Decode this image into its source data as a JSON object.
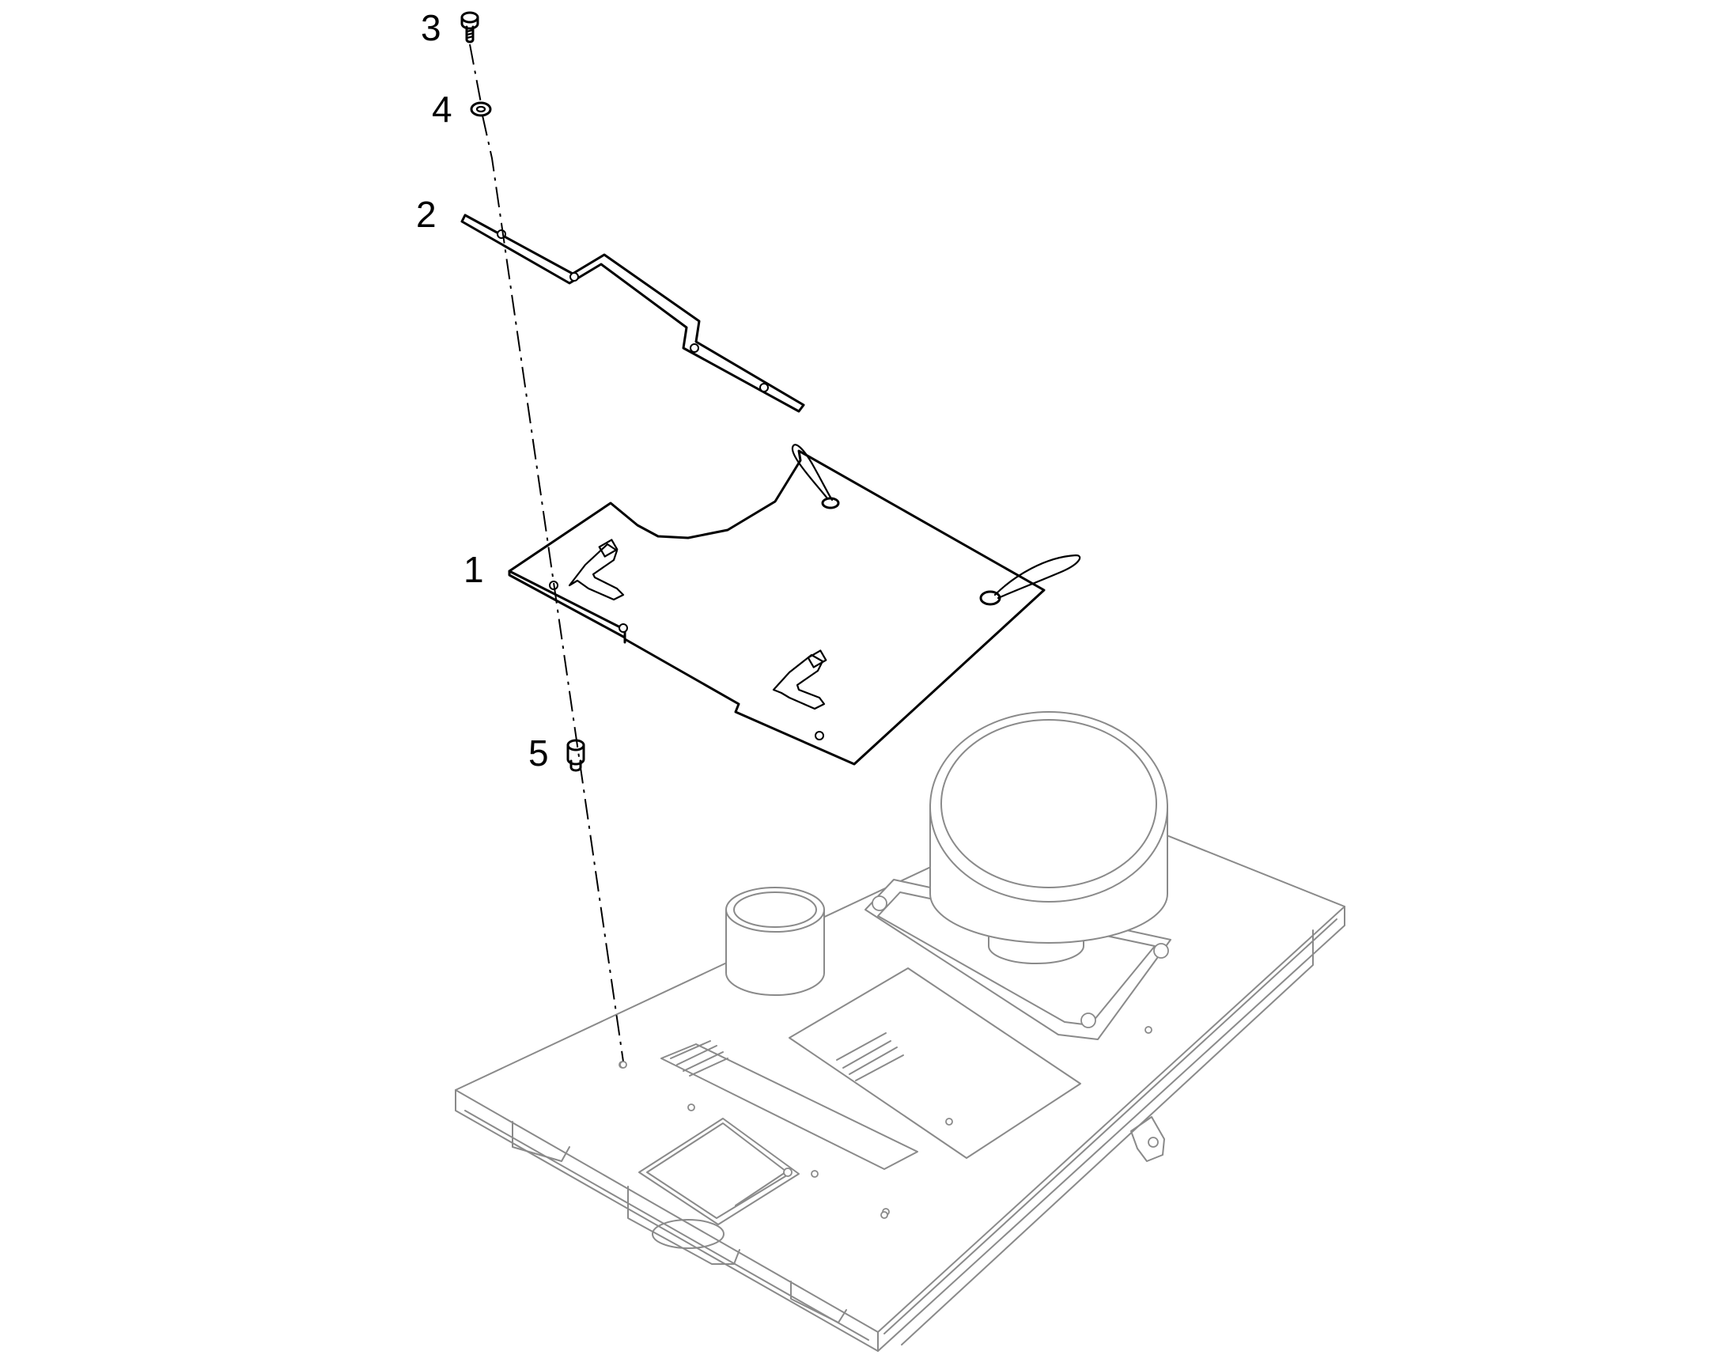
{
  "callouts": {
    "item_1": "1",
    "item_2": "2",
    "item_3": "3",
    "item_4": "4",
    "item_5": "5"
  },
  "colors": {
    "foreground_parts": "#000000",
    "background_assembly": "#8a8a8a",
    "background": "#ffffff"
  }
}
